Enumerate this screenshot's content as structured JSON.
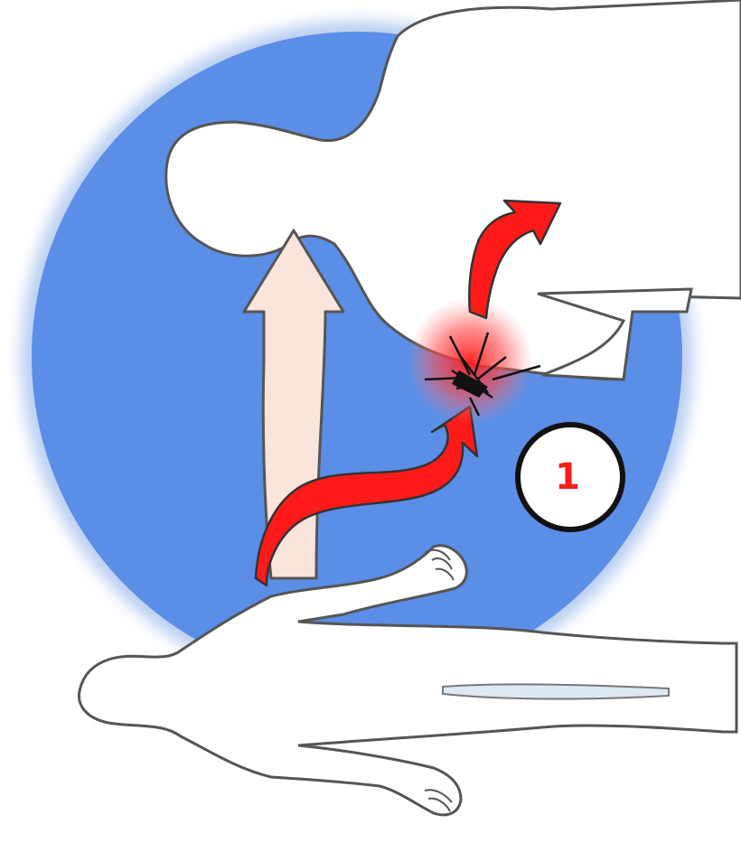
{
  "diagram": {
    "badge": {
      "label": "1"
    },
    "colors": {
      "background": "#ffffff",
      "circle_fill": "#5b8ee6",
      "circle_glow": "#b9cff2",
      "body_outline": "#555555",
      "body_fill": "#ffffff",
      "lift_arrow_fill": "#fbe4dc",
      "red_arrow_fill": "#ff1a1a",
      "impact_glow": "#ff3b3b"
    },
    "icons": [
      "upward-lift-arrow",
      "red-curved-arrow",
      "red-up-arrow",
      "impact-burst",
      "number-badge"
    ]
  }
}
